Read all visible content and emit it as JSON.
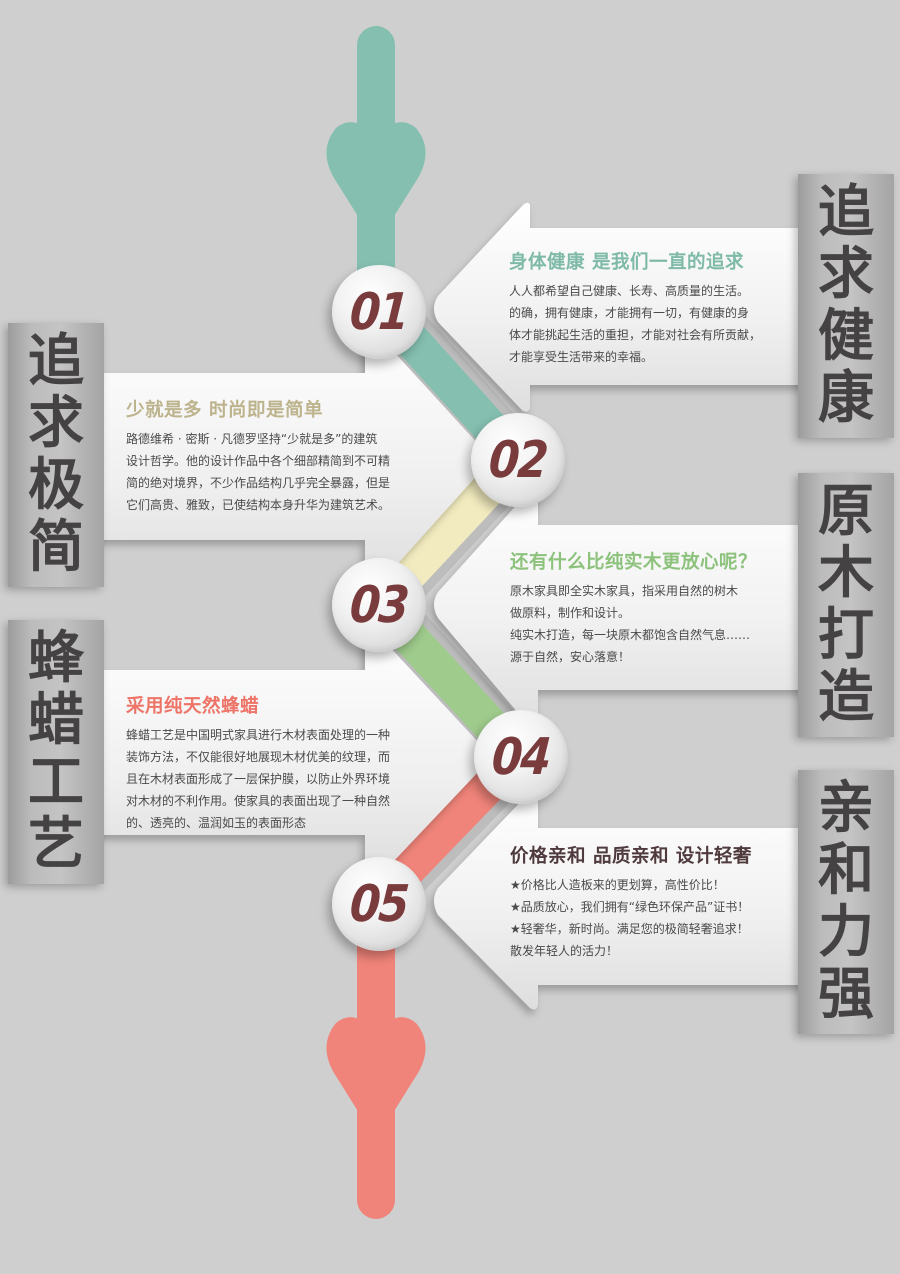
{
  "colors": {
    "background": "#cfcfcf",
    "teal": "#84bfb0",
    "cream": "#f2ebbf",
    "green": "#9fcb8c",
    "coral": "#f0847a",
    "number": "#7a3b3d",
    "panel_text": "#454244"
  },
  "flow": {
    "top_arrow_icon": "arrow-down-icon",
    "bottom_arrow_icon": "arrow-down-icon"
  },
  "steps": [
    {
      "number": "01"
    },
    {
      "number": "02"
    },
    {
      "number": "03"
    },
    {
      "number": "04"
    },
    {
      "number": "05"
    }
  ],
  "panels": {
    "health": [
      "追",
      "求",
      "健",
      "康"
    ],
    "minimal": [
      "追",
      "求",
      "极",
      "简"
    ],
    "wood": [
      "原",
      "木",
      "打",
      "造"
    ],
    "wax": [
      "蜂",
      "蜡",
      "工",
      "艺"
    ],
    "affinity": [
      "亲",
      "和",
      "力",
      "强"
    ]
  },
  "cards": {
    "health": {
      "title": "身体健康 是我们一直的追求",
      "title_color": "#7fbaa8",
      "lines": [
        "人人都希望自己健康、长寿、高质量的生活。",
        "的确，拥有健康，才能拥有一切，有健康的身",
        "体才能挑起生活的重担，才能对社会有所贡献，",
        "才能享受生活带来的幸福。"
      ]
    },
    "minimal": {
      "title": "少就是多 时尚即是简单",
      "title_color": "#bdb48e",
      "lines": [
        "路德维希 · 密斯 · 凡德罗坚持“少就是多”的建筑",
        "设计哲学。他的设计作品中各个细部精简到不可精",
        "简的绝对境界，不少作品结构几乎完全暴露，但是",
        "它们高贵、雅致，已使结构本身升华为建筑艺术。"
      ]
    },
    "wood": {
      "title": "还有什么比纯实木更放心呢？",
      "title_color": "#8cc27c",
      "lines": [
        "原木家具即全实木家具，指采用自然的树木",
        "做原料，制作和设计。",
        "纯实木打造，每一块原木都饱含自然气息……",
        "源于自然，安心落意！"
      ]
    },
    "wax": {
      "title": "采用纯天然蜂蜡",
      "title_color": "#ee7468",
      "lines": [
        "蜂蜡工艺是中国明式家具进行木材表面处理的一种",
        "装饰方法，不仅能很好地展现木材优美的纹理，而",
        "且在木材表面形成了一层保护膜，以防止外界环境",
        "对木材的不利作用。使家具的表面出现了一种自然",
        "的、透亮的、温润如玉的表面形态"
      ]
    },
    "affinity": {
      "title": "价格亲和 品质亲和 设计轻奢",
      "title_color": "#4f3a3d",
      "lines": [
        "★价格比人造板来的更划算，高性价比！",
        "★品质放心，我们拥有“绿色环保产品”证书！",
        "★轻奢华，新时尚。满足您的极简轻奢追求！",
        "散发年轻人的活力！"
      ]
    }
  }
}
